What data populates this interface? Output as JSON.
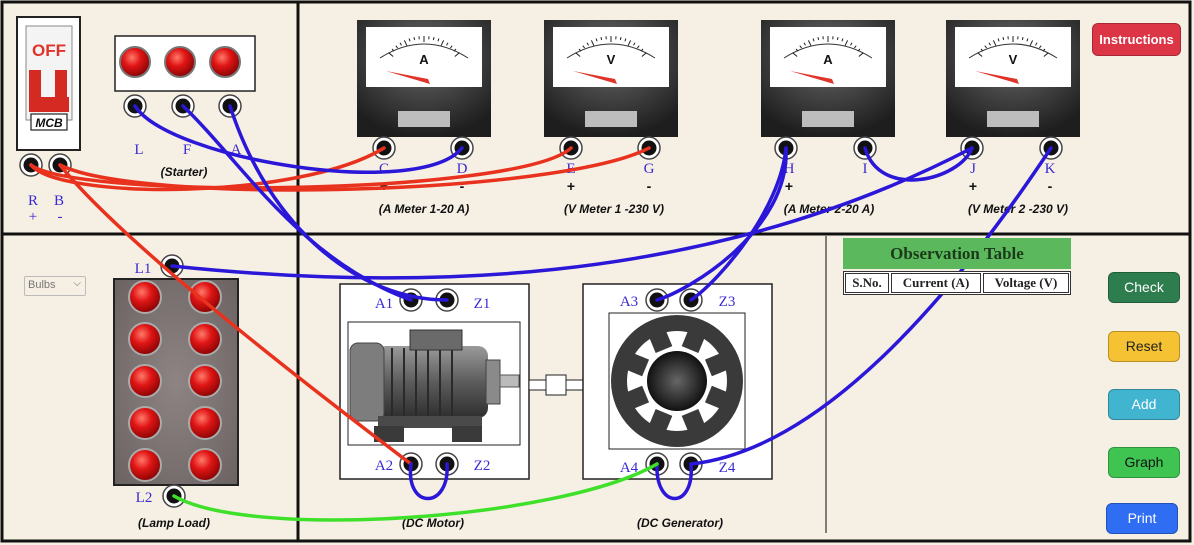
{
  "buttons": {
    "instructions": "Instructions",
    "check": "Check",
    "reset": "Reset",
    "add": "Add",
    "graph": "Graph",
    "print": "Print"
  },
  "bulbs_select": {
    "selected": "Bulbs"
  },
  "mcb": {
    "switch_text": "OFF",
    "label": "MCB",
    "terminals": [
      "R",
      "B"
    ],
    "signs": [
      "+",
      "-"
    ]
  },
  "starter": {
    "caption": "(Starter)",
    "terminals": [
      "L",
      "F",
      "A"
    ]
  },
  "meters": [
    {
      "symbol": "A",
      "caption": "(A Meter 1-20 A)",
      "terminals": [
        "C",
        "D"
      ],
      "signs": [
        "+",
        "-"
      ]
    },
    {
      "symbol": "V",
      "caption": "(V Meter 1 -230 V)",
      "terminals": [
        "E",
        "G"
      ],
      "signs": [
        "+",
        "-"
      ]
    },
    {
      "symbol": "A",
      "caption": "(A Meter 2-20 A)",
      "terminals": [
        "H",
        "I"
      ],
      "signs": [
        "+",
        ""
      ]
    },
    {
      "symbol": "V",
      "caption": "(V Meter 2 -230 V)",
      "terminals": [
        "J",
        "K"
      ],
      "signs": [
        "+",
        "-"
      ]
    }
  ],
  "lamp_load": {
    "caption": "(Lamp Load)",
    "terminals": [
      "L1",
      "L2"
    ]
  },
  "motor": {
    "caption": "(DC Motor)",
    "terminals": [
      "A1",
      "Z1",
      "A2",
      "Z2"
    ]
  },
  "generator": {
    "caption": "(DC Generator)",
    "terminals": [
      "A3",
      "Z3",
      "A4",
      "Z4"
    ]
  },
  "observation_table": {
    "title": "Observation Table",
    "columns": [
      "S.No.",
      "Current (A)",
      "Voltage (V)"
    ]
  },
  "colors": {
    "wire_red": "#e8321e",
    "wire_blue": "#2a17d8",
    "wire_green": "#3ee02a",
    "bulb_red": "#e01515",
    "instructions": "#dc3545"
  }
}
